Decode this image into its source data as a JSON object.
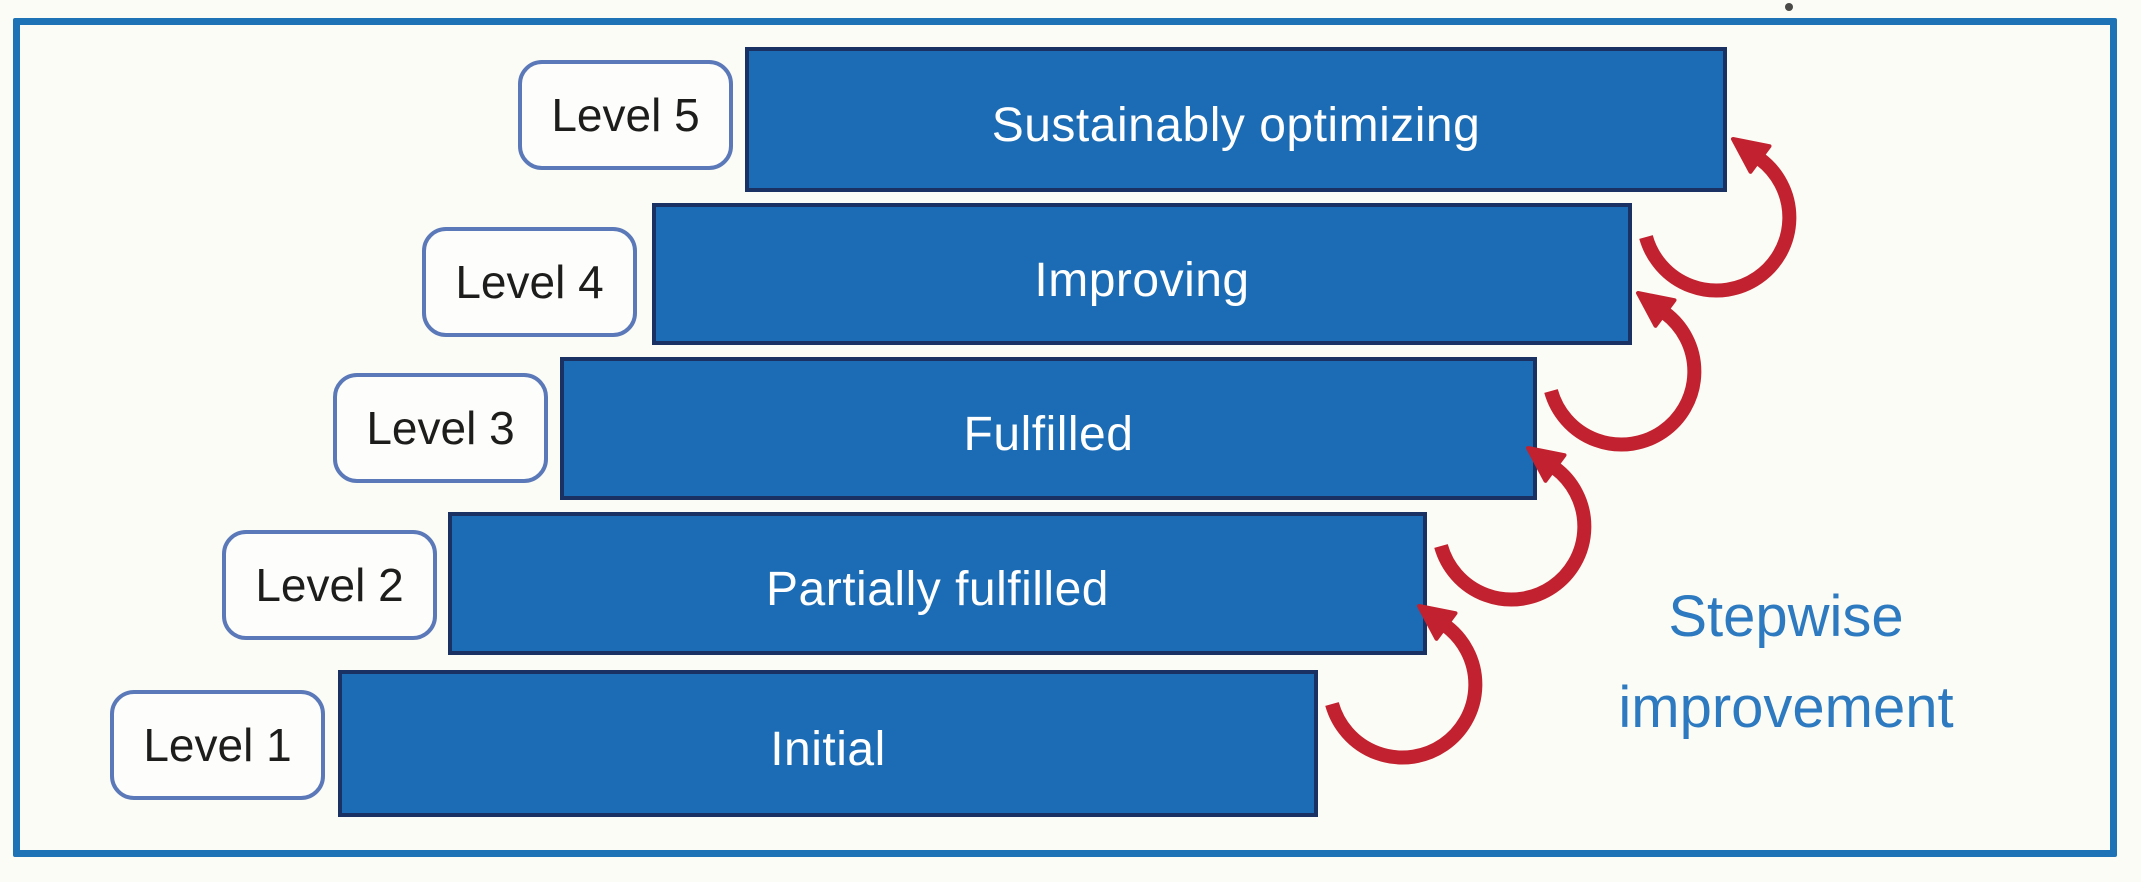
{
  "figure": {
    "levels": [
      {
        "label": "Level 1",
        "title": "Initial"
      },
      {
        "label": "Level 2",
        "title": "Partially fulfilled"
      },
      {
        "label": "Level 3",
        "title": "Fulfilled"
      },
      {
        "label": "Level 4",
        "title": "Improving"
      },
      {
        "label": "Level 5",
        "title": "Sustainably optimizing"
      }
    ],
    "annotation": {
      "line1": "Stepwise",
      "line2": "improvement"
    },
    "colors": {
      "background": "#fcfcf6",
      "frame_border": "#1e73b7",
      "bar_fill": "#1b6cb4",
      "bar_border": "#1a3263",
      "bar_text": "#ffffff",
      "badge_background": "#fdfdfb",
      "badge_border": "#5b79b8",
      "badge_text": "#1d1d1b",
      "arrow": "#c2222f",
      "annotation_text": "#2d7ac0"
    }
  }
}
